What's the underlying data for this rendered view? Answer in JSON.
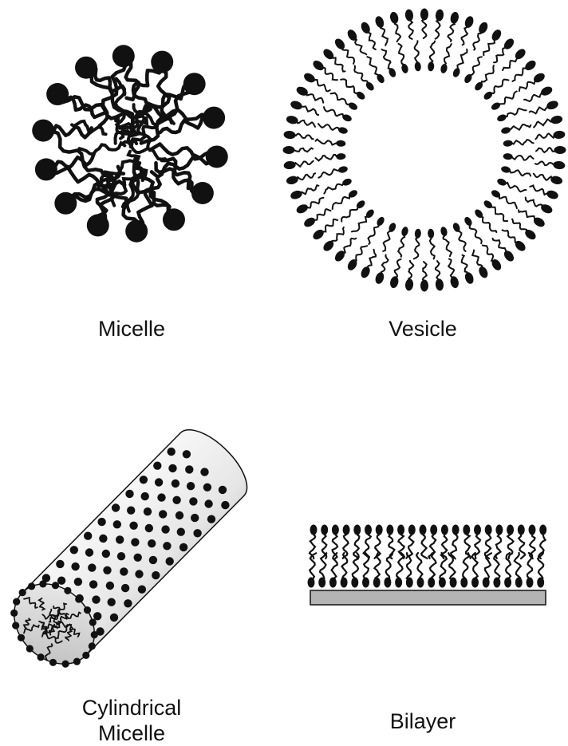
{
  "labels": {
    "micelle": "Micelle",
    "vesicle": "Vesicle",
    "cylindrical_line1": "Cylindrical",
    "cylindrical_line2": "Micelle",
    "bilayer": "Bilayer"
  },
  "colors": {
    "ink": "#111111",
    "cylinder_light": "#f4f4f4",
    "cylinder_dark": "#9a9a9a",
    "substrate": "#b4b4b4"
  }
}
